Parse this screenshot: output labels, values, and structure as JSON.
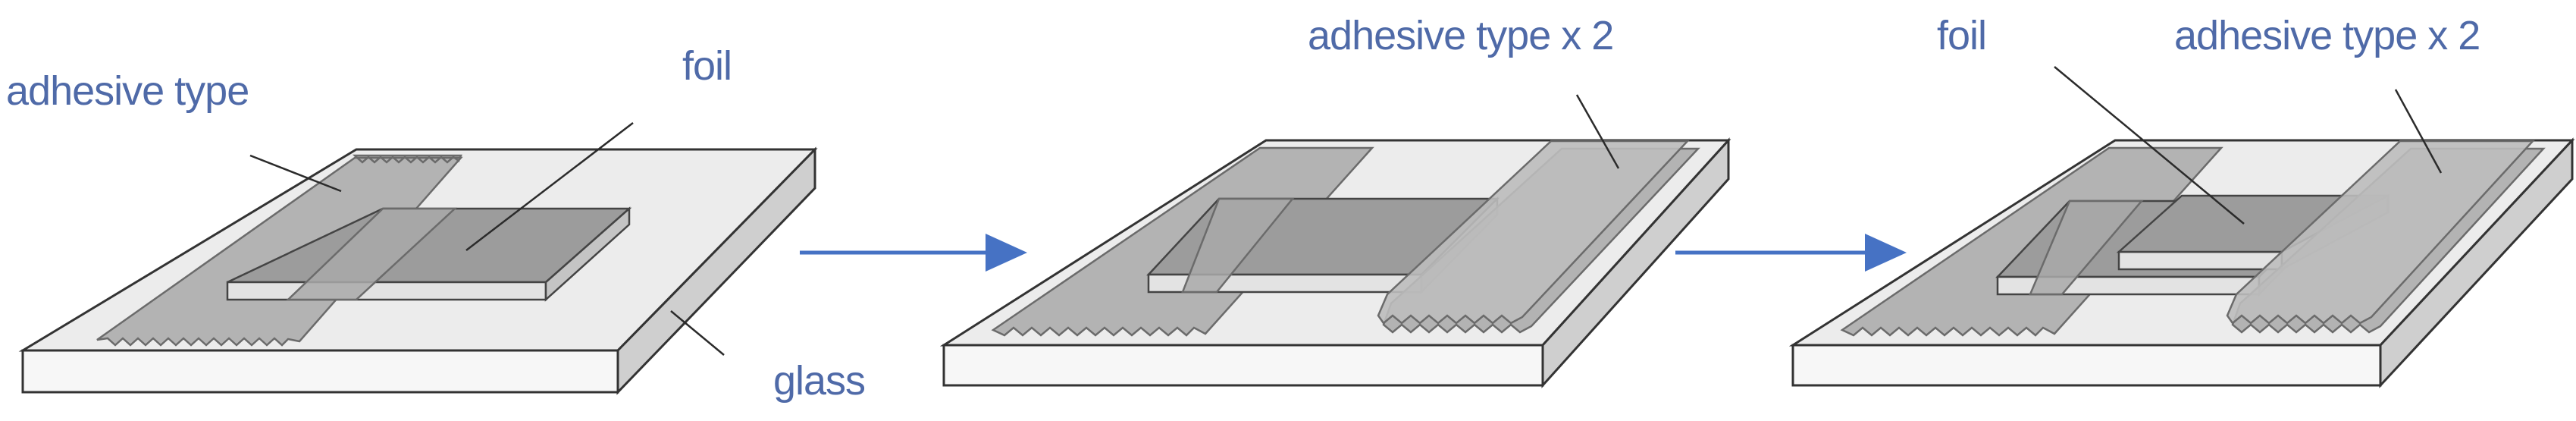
{
  "panels": [
    {
      "labels": {
        "adhesive": "adhesive type",
        "foil": "foil",
        "glass": "glass"
      }
    },
    {
      "labels": {
        "adhesive_double": "adhesive type x 2"
      }
    },
    {
      "labels": {
        "foil": "foil",
        "adhesive_double": "adhesive type x 2"
      }
    }
  ],
  "colors": {
    "label_text": "#4f6aa8",
    "arrow": "#4672c4"
  }
}
